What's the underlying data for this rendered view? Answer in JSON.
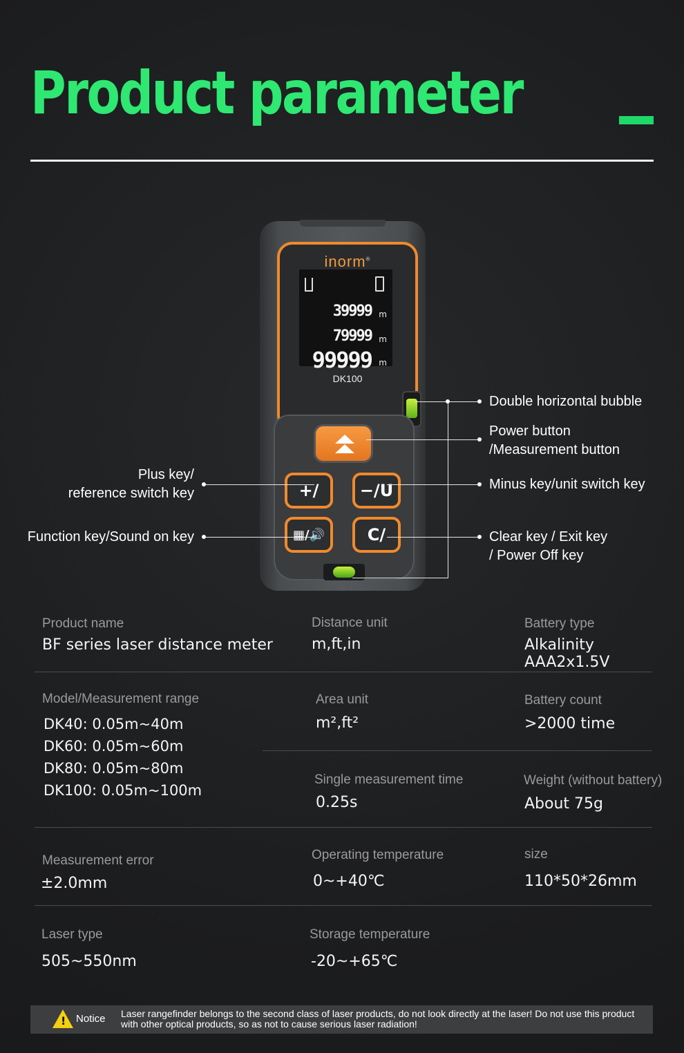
{
  "header": {
    "title": "Product parameter"
  },
  "device": {
    "brand": "inorm",
    "brand_mark": "®",
    "readings": [
      "39999",
      "79999",
      "99999"
    ],
    "unit": "m",
    "model": "DK100",
    "keys": {
      "main_icon": "double-up-arrow-icon",
      "plus": "+/",
      "minus": "−/U",
      "function": "▦/🔊",
      "clear": "C/"
    },
    "accent_color": "#f08a2c"
  },
  "callouts": {
    "bubble": "Double horizontal bubble",
    "power_1": "Power button",
    "power_2": "/Measurement button",
    "minus": "Minus key/unit switch key",
    "clear_1": "Clear key / Exit key",
    "clear_2": "/ Power Off key",
    "plus_1": "Plus key/",
    "plus_2": "reference switch key",
    "function": "Function key/Sound on key"
  },
  "specs": {
    "product_name": {
      "label": "Product name",
      "value": "BF series laser distance meter"
    },
    "distance_unit": {
      "label": "Distance unit",
      "value": "m,ft,in"
    },
    "battery_type": {
      "label": "Battery type",
      "value": "Alkalinity AAA2x1.5V"
    },
    "model_range": {
      "label": "Model/Measurement range",
      "values": [
        "DK40:  0.05m~40m",
        "DK60: 0.05m~60m",
        "DK80: 0.05m~80m",
        "DK100: 0.05m~100m"
      ]
    },
    "area_unit": {
      "label": "Area unit",
      "value": "m²,ft²"
    },
    "battery_count": {
      "label": "Battery count",
      "value": ">2000 time"
    },
    "single_time": {
      "label": "Single measurement time",
      "value": "0.25s"
    },
    "weight": {
      "label": "Weight (without battery)",
      "value": "About 75g"
    },
    "measurement_error": {
      "label": "Measurement error",
      "value": "±2.0mm"
    },
    "operating_temp": {
      "label": "Operating temperature",
      "value": "0~+40℃"
    },
    "size": {
      "label": "size",
      "value": "110*50*26mm"
    },
    "laser_type": {
      "label": "Laser type",
      "value": "505~550nm"
    },
    "storage_temp": {
      "label": "Storage temperature",
      "value": "-20~+65℃"
    }
  },
  "notice": {
    "label": "Notice",
    "text": "Laser rangefinder belongs to the second class of laser products, do not look directly at the laser! Do not use this product with other optical products, so as not to cause serious laser radiation!"
  }
}
